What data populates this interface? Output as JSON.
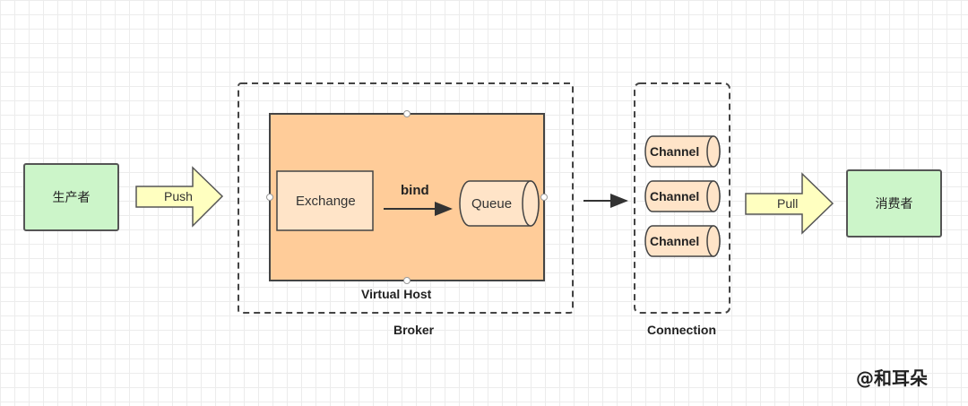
{
  "producer": {
    "label": "生产者"
  },
  "consumer": {
    "label": "消费者"
  },
  "push_label": "Push",
  "pull_label": "Pull",
  "broker": {
    "label": "Broker",
    "virtual_host": {
      "label": "Virtual Host",
      "exchange": "Exchange",
      "bind": "bind",
      "queue": "Queue"
    }
  },
  "connection": {
    "label": "Connection",
    "channels": [
      "Channel",
      "Channel",
      "Channel"
    ]
  },
  "watermark": "@和耳朵",
  "colors": {
    "producer_fill": "#ccf5c9",
    "arrow_fill": "#ffffc0",
    "virtual_host_fill": "#ffcc99",
    "exchange_fill": "#ffe4c8",
    "channel_fill": "#ffe4c8"
  }
}
